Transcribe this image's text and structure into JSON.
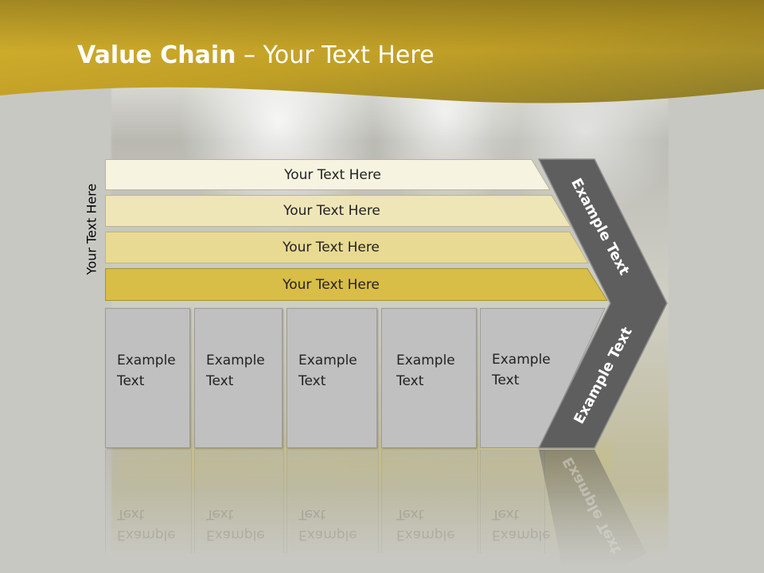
{
  "colors": {
    "header_gold": "#c8a42a",
    "bar_1": "#f6f3e0",
    "bar_2": "#efe6b8",
    "bar_3": "#e8da92",
    "bar_4": "#d8bd46",
    "chevron": "#5e5e5e",
    "box": "#c0c0c0",
    "background": "#c8c8c3"
  },
  "title": {
    "bold": "Value Chain",
    "rest": " – Your Text Here"
  },
  "side_label": "Your Text Here",
  "bars": [
    {
      "label": "Your Text Here"
    },
    {
      "label": "Your Text Here"
    },
    {
      "label": "Your Text Here"
    },
    {
      "label": "Your Text Here"
    }
  ],
  "chevron": {
    "upper_label": "Example Text",
    "lower_label": "Example Text"
  },
  "boxes": [
    {
      "line1": "Example",
      "line2": "Text"
    },
    {
      "line1": "Example",
      "line2": "Text"
    },
    {
      "line1": "Example",
      "line2": "Text"
    },
    {
      "line1": "Example",
      "line2": "Text"
    },
    {
      "line1": "Example",
      "line2": "Text"
    }
  ]
}
